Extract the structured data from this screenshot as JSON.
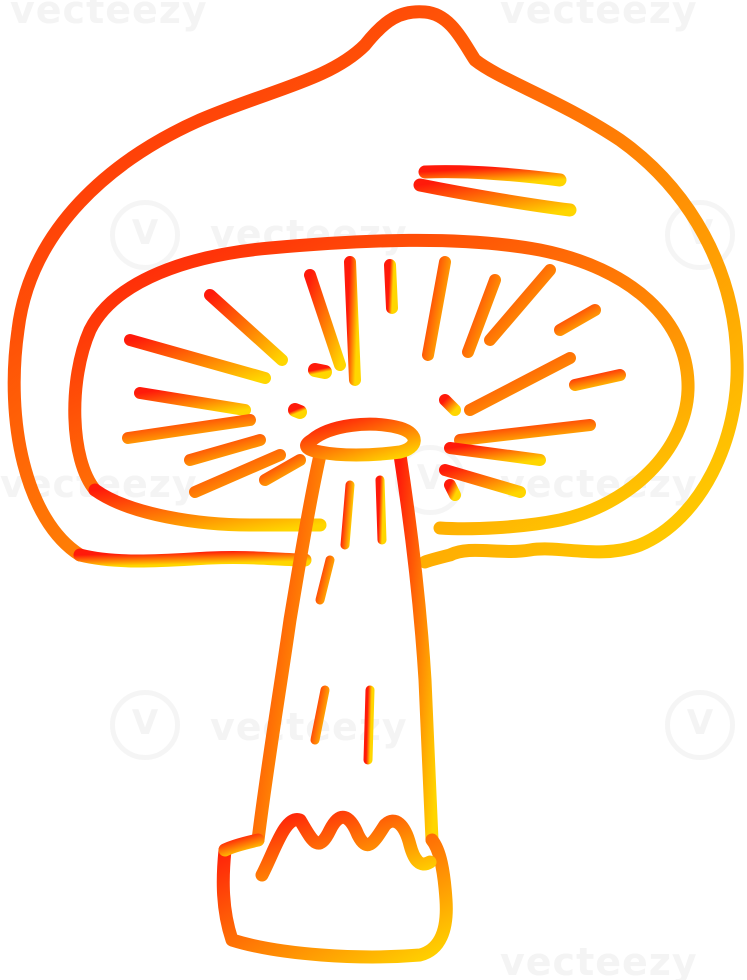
{
  "image": {
    "subject": "mushroom",
    "style": "line-art",
    "gradient": {
      "start": "#ff1a0a",
      "end": "#ffd600"
    },
    "background": "#ffffff"
  },
  "watermark": {
    "text": "vecteezy"
  }
}
